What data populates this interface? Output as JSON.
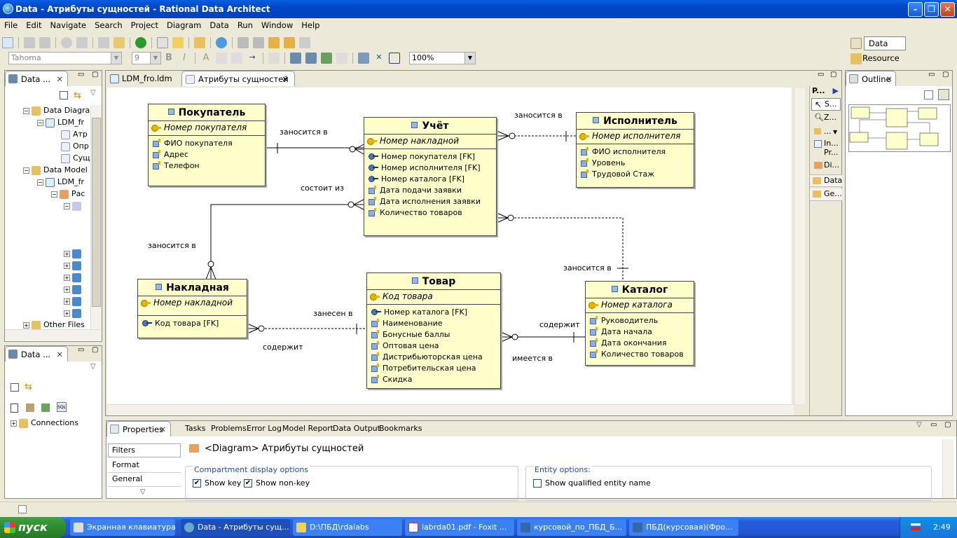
{
  "window": {
    "title": "Data - Атрибуты сущностей - Rational Data Architect"
  },
  "menu": [
    "File",
    "Edit",
    "Navigate",
    "Search",
    "Project",
    "Diagram",
    "Data",
    "Run",
    "Window",
    "Help"
  ],
  "toolbar": {
    "font_name": "Tahoma",
    "font_size": "9",
    "zoom": "100%"
  },
  "perspectives": {
    "active": "Data",
    "other": "Resource"
  },
  "data_project_explorer": {
    "tab": "Data ...",
    "items": [
      {
        "label": "Data Diagra"
      },
      {
        "label": "LDM_fr"
      },
      {
        "label": "Атр"
      },
      {
        "label": "Опр"
      },
      {
        "label": "Сущ"
      },
      {
        "label": "Data Model"
      },
      {
        "label": "LDM_fr"
      },
      {
        "label": "Рас"
      },
      {
        "label": "Other Files"
      }
    ]
  },
  "db_explorer": {
    "tab": "Data ...",
    "connections": "Connections"
  },
  "editor_tabs": [
    {
      "label": "LDM_fro.ldm"
    },
    {
      "label": "Атрибуты сущностей"
    }
  ],
  "palette": {
    "title": "P...",
    "items": [
      "S...",
      "Z...",
      "...",
      "In... Pr...",
      "Di...",
      "Data",
      "Ge..."
    ]
  },
  "outline": {
    "tab": "Outline"
  },
  "diagram": {
    "entities": {
      "buyer": {
        "name": "Покупатель",
        "key": "Номер покупателя",
        "attrs": [
          "ФИО покупателя",
          "Адрес",
          "Телефон"
        ]
      },
      "account": {
        "name": "Учёт",
        "key": "Номер накладной",
        "fks": [
          "Номер покупателя [FK]",
          "Номер исполнителя [FK]",
          "Номер каталога [FK]"
        ],
        "attrs": [
          "Дата подачи заявки",
          "Дата исполнения заявки",
          "Количество товаров"
        ]
      },
      "executor": {
        "name": "Исполнитель",
        "key": "Номер исполнителя",
        "attrs": [
          "ФИО исполнителя",
          "Уровень",
          "Трудовой Стаж"
        ]
      },
      "invoice": {
        "name": "Накладная",
        "key": "Номер накладной",
        "fks": [
          "Код товара [FK]"
        ]
      },
      "product": {
        "name": "Товар",
        "key": "Код товара",
        "fks": [
          "Номер каталога [FK]"
        ],
        "attrs": [
          "Наименование",
          "Бонусные баллы",
          "Оптовая цена",
          "Дистрибьюторская цена",
          "Потребительская цена",
          "Скидка"
        ]
      },
      "catalog": {
        "name": "Каталог",
        "key": "Номер каталога",
        "attrs": [
          "Руководитель",
          "Дата начала",
          "Дата окончания",
          "Количество товаров"
        ]
      }
    },
    "relations": {
      "r1": "заносится в",
      "r2": "заносится в",
      "r3": "состоит из",
      "r4": "заносится в",
      "r5": "заносится в",
      "r6": "занесен в",
      "r7": "содержит",
      "r8": "содержит",
      "r9": "имеется в"
    }
  },
  "bottom_panel": {
    "tabs": [
      "Properties",
      "Tasks",
      "Problems",
      "Error Log",
      "Model Report",
      "Data Output",
      "Bookmarks"
    ],
    "side_tabs": [
      "Filters",
      "Format",
      "General"
    ],
    "title": "<Diagram> Атрибуты сущностей",
    "compartment": {
      "legend": "Compartment display options",
      "show_key": "Show key",
      "show_nonkey": "Show non-key"
    },
    "entity_options": {
      "legend": "Entity options:",
      "qualified": "Show qualified entity name"
    }
  },
  "taskbar": {
    "start": "пуск",
    "tasks": [
      "Экранная клавиатура",
      "Data - Атрибуты сущ...",
      "D:\\ПБД\\rdalabs",
      "labrda01.pdf - Foxit ...",
      "курсовой_по_ПБД_Б...",
      "ПБД(курсовая)(Фро..."
    ],
    "clock": "2:49"
  },
  "colors": {
    "entity_fill": "#ffffcc",
    "titlebar": "#0047c9",
    "taskbar": "#245edc"
  }
}
